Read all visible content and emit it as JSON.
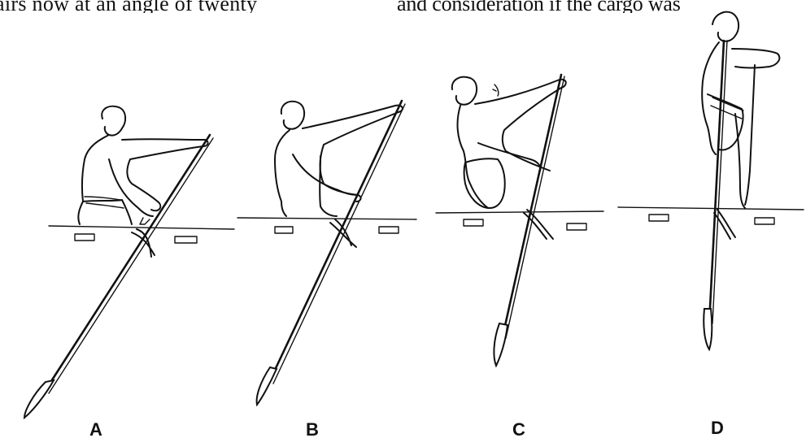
{
  "text_fragment": {
    "left": "airs now at an angle of twenty",
    "right": "and consideration if the cargo was"
  },
  "panels": [
    {
      "label": "A"
    },
    {
      "label": "B"
    },
    {
      "label": "C"
    },
    {
      "label": "D"
    }
  ]
}
